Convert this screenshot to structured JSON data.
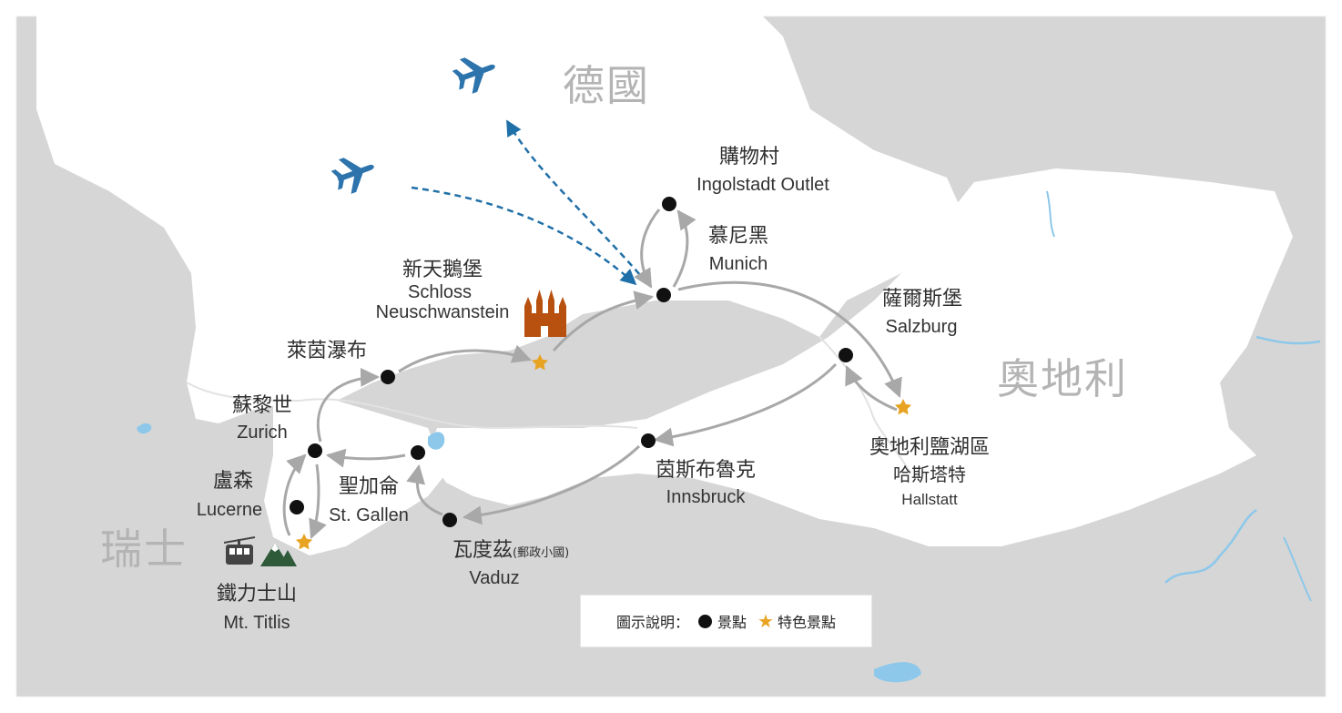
{
  "countries": {
    "germany": "德國",
    "austria": "奧地利",
    "switzerland": "瑞士"
  },
  "places": {
    "ingolstadt": {
      "zh": "購物村",
      "en": "Ingolstadt Outlet"
    },
    "munich": {
      "zh": "慕尼黑",
      "en": "Munich"
    },
    "neuschwanstein": {
      "zh": "新天鵝堡",
      "en1": "Schloss",
      "en2": "Neuschwanstein"
    },
    "rhine_falls": {
      "zh": "萊茵瀑布"
    },
    "zurich": {
      "zh": "蘇黎世",
      "en": "Zurich"
    },
    "lucerne": {
      "zh": "盧森",
      "en": "Lucerne"
    },
    "st_gallen": {
      "zh": "聖加侖",
      "en": "St. Gallen"
    },
    "titlis": {
      "zh": "鐵力士山",
      "en": "Mt. Titlis"
    },
    "vaduz": {
      "zh": "瓦度茲",
      "zh_note": "(郵政小國)",
      "en": "Vaduz"
    },
    "innsbruck": {
      "zh": "茵斯布魯克",
      "en": "Innsbruck"
    },
    "salzburg": {
      "zh": "薩爾斯堡",
      "en": "Salzburg"
    },
    "hallstatt": {
      "zh1": "奧地利鹽湖區",
      "zh2": "哈斯塔特",
      "en": "Hallstatt"
    }
  },
  "legend": {
    "title": "圖示說明：",
    "attraction": "景點",
    "featured": "特色景點"
  },
  "colors": {
    "land_gray": "#d6d6d6",
    "germany_white": "#ffffff",
    "route_arrow": "#a8a8a8",
    "flight_path": "#1f6fa8",
    "airplane": "#2d74ad",
    "attraction_dot": "#111111",
    "featured_star": "#e7a321",
    "castle": "#b8500f",
    "water": "#8dc8ea"
  },
  "icons": [
    "airplane-icon",
    "castle-icon",
    "cable-car-icon",
    "mountain-icon",
    "star-icon"
  ]
}
